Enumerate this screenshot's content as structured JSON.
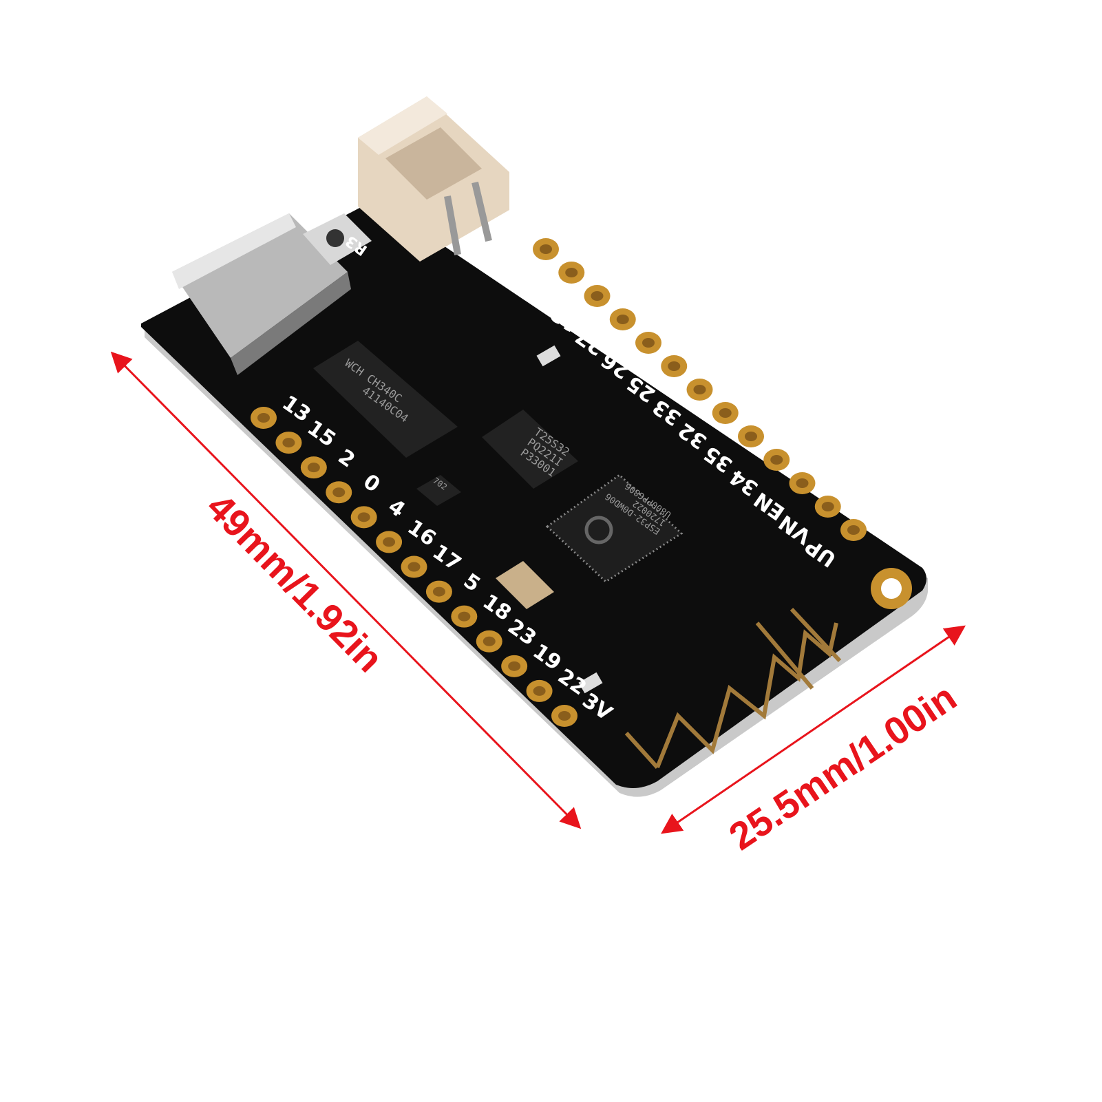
{
  "product": {
    "left_pins": [
      "13",
      "15",
      "2",
      "0",
      "4",
      "16",
      "17",
      "5",
      "18",
      "23",
      "19",
      "22",
      "3V"
    ],
    "right_pins": [
      "G",
      "14",
      "12",
      "27",
      "26",
      "25",
      "33",
      "32",
      "35",
      "34",
      "EN",
      "VN",
      "UP"
    ],
    "usb_chip": {
      "brand": "WCH",
      "model": "CH340C",
      "code": "41140C04"
    },
    "flash_chip": {
      "lines": [
        "T25S32",
        "PQ221I",
        "P33001"
      ]
    },
    "module_chip": {
      "lines": [
        "ESP32-D0WD06",
        "1720022",
        "U800PPG806"
      ]
    },
    "regulator_chip": "702",
    "button_label": "R3"
  },
  "dimensions": {
    "length": "49mm/1.92in",
    "width": "25.5mm/1.00in",
    "arrow_color": "#e8141c"
  },
  "colors": {
    "board": "#0d0d0d",
    "pad": "#c8912e",
    "silkscreen": "#ffffff",
    "connector": "#e6d6c0"
  }
}
